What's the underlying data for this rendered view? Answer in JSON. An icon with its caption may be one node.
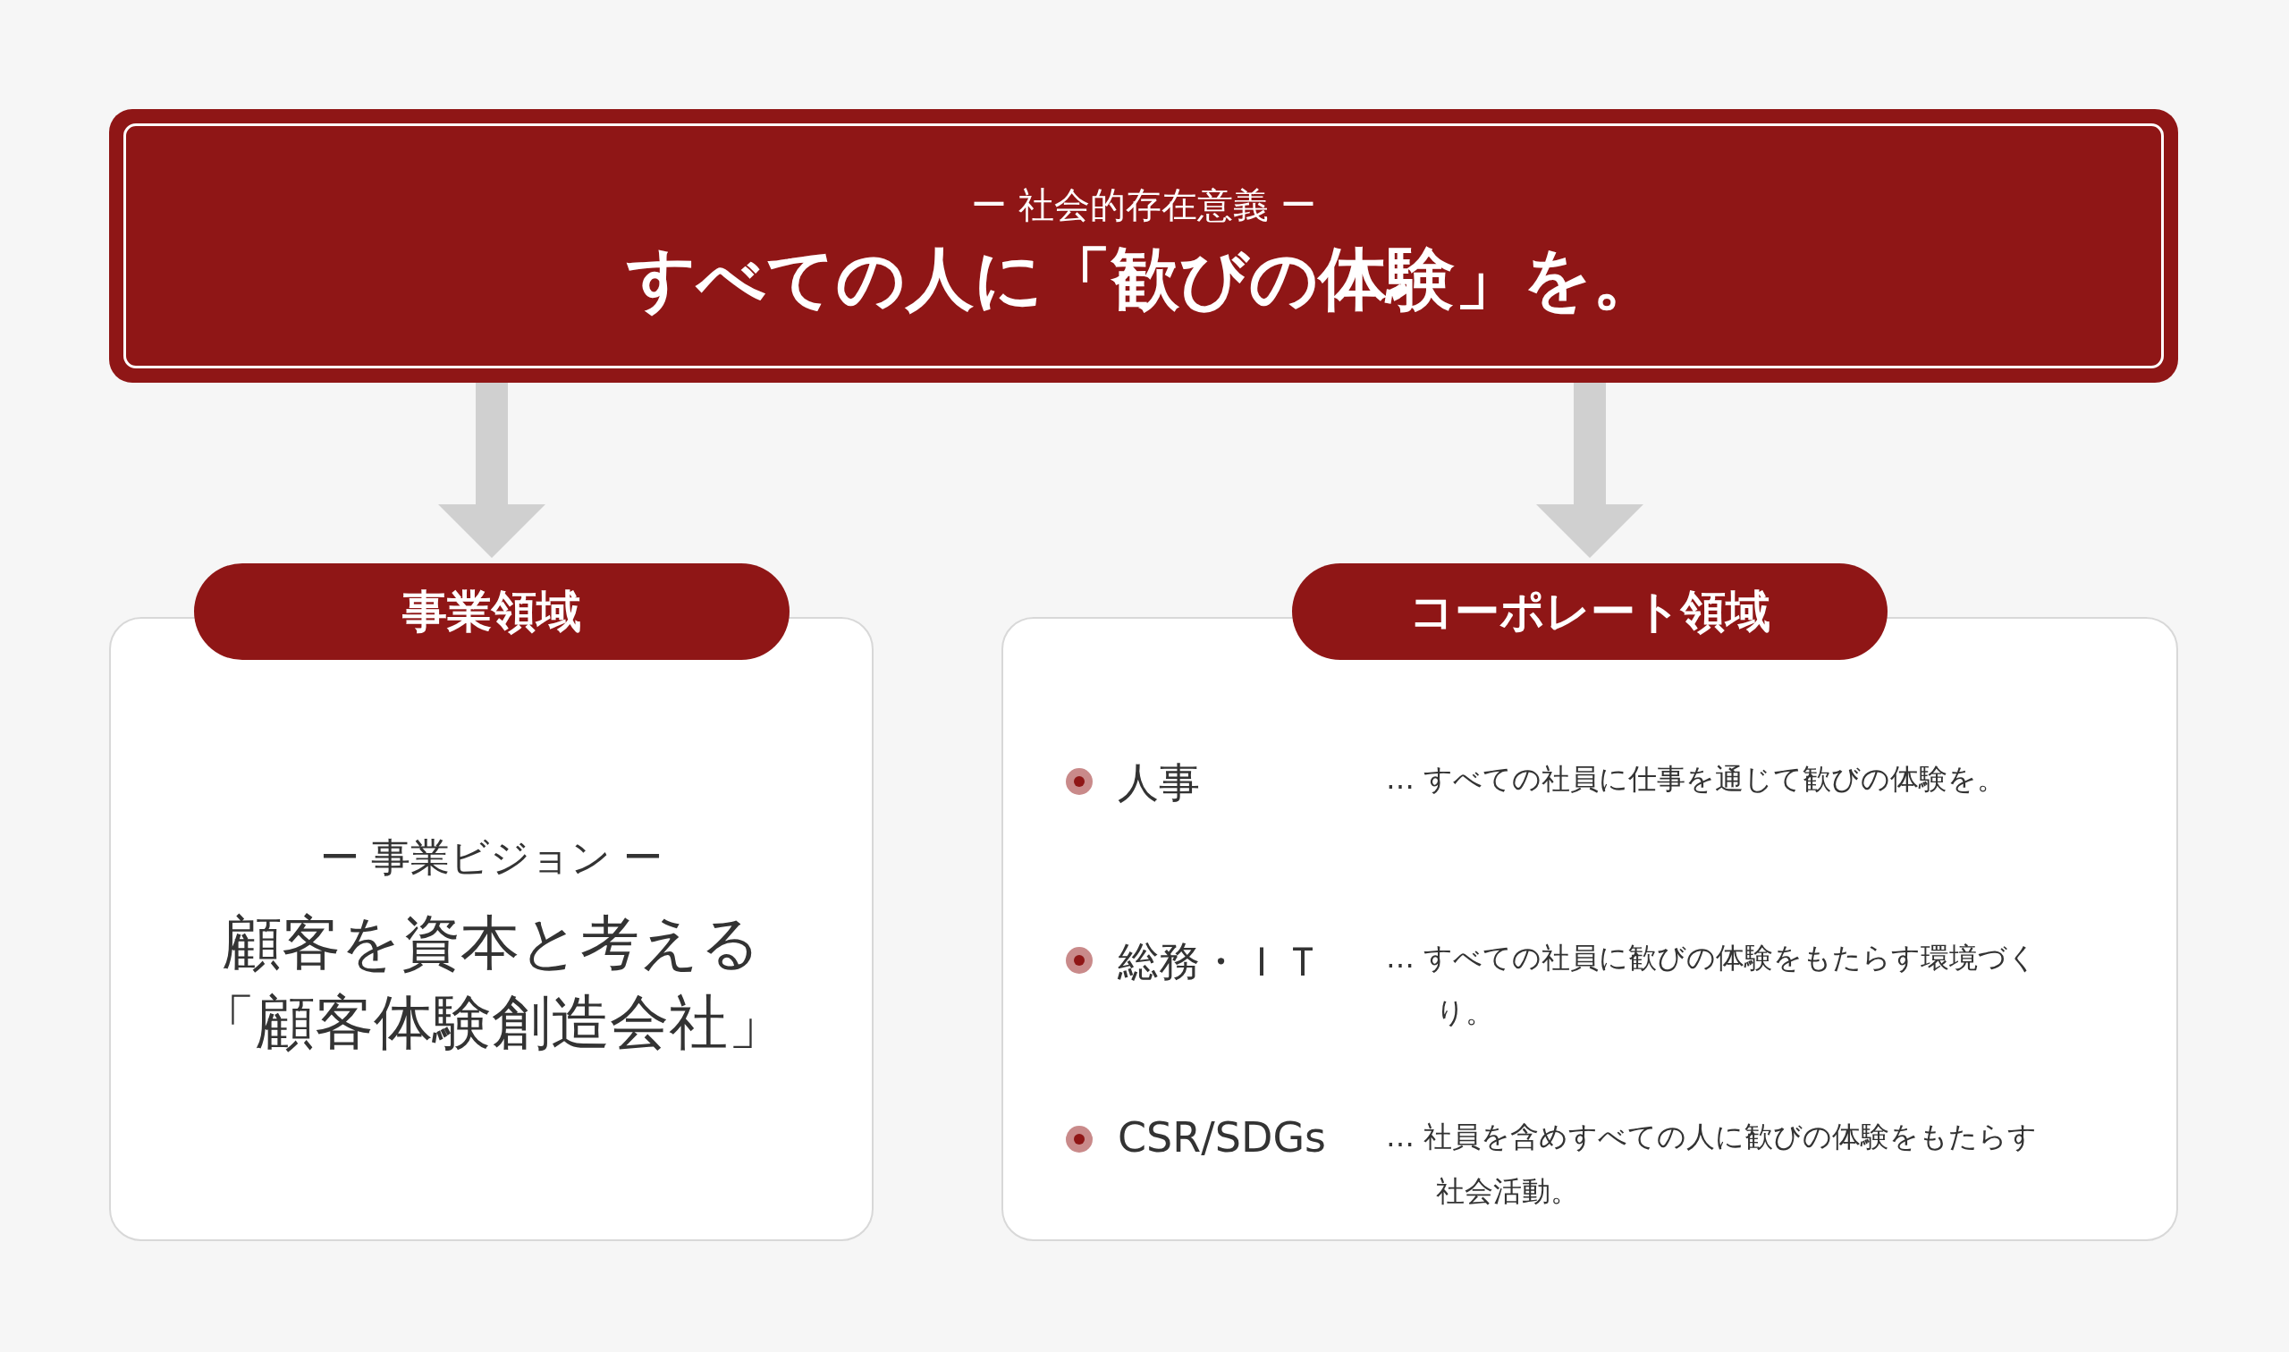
{
  "diagram": {
    "nodes": [
      {
        "text": [
          "ー 社会的存在意義 ー",
          "すべての人に「歓びの体験」を。"
        ]
      },
      {
        "text": [
          "事業領域",
          "ー 事業ビジョン ー",
          "顧客を資本と考える「顧客体験創造会社」"
        ]
      },
      {
        "text": [
          "コーポレート領域",
          "人事",
          "… すべての社員に仕事を通じて歓びの体験を。",
          "総務・ＩＴ",
          "… すべての社員に歓びの体験をもたらす環境づくり。",
          "CSR/SDGs",
          "… 社員を含めすべての人に歓びの体験をもたらす社会活動。"
        ]
      }
    ],
    "edges": [
      {
        "from": 0,
        "to": 1,
        "arrow": "to"
      },
      {
        "from": 0,
        "to": 2,
        "arrow": "to"
      }
    ]
  }
}
